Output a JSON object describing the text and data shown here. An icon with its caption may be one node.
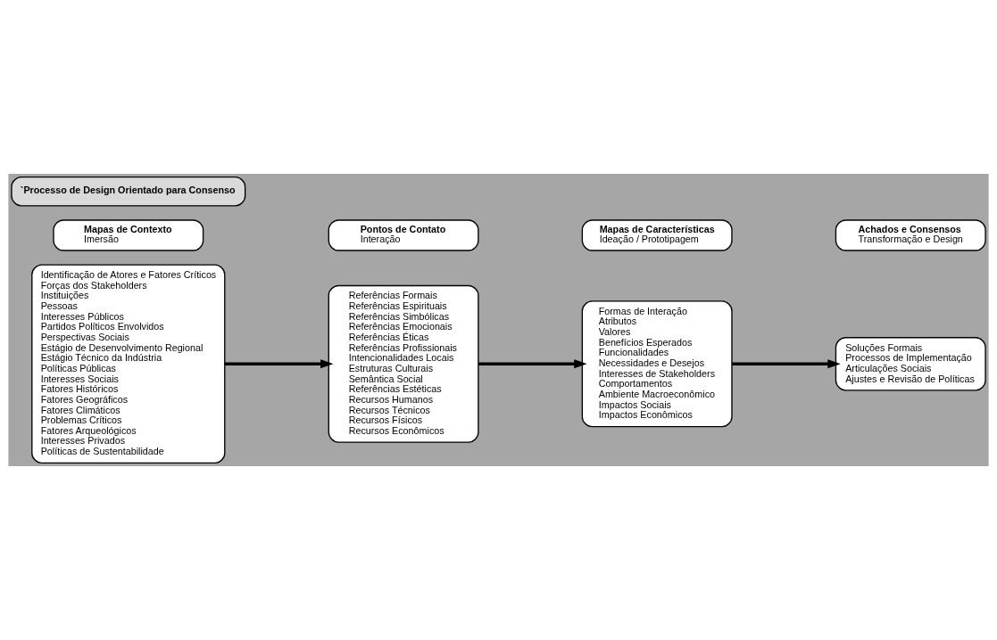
{
  "diagram": {
    "nodes": [
      {
        "text": [
          "`Processo de Design Orientado para Consenso"
        ]
      },
      {
        "text": [
          "Mapas de Contexto",
          "Imersão"
        ]
      },
      {
        "text": [
          "Identificação de Atores e Fatores Críticos",
          "Forças dos Stakeholders",
          "Instituições",
          "Pessoas",
          "Interesses Públicos",
          "Partidos Políticos Envolvidos",
          "Perspectivas Sociais",
          "Estágio de Desenvolvimento Regional",
          "Estágio Técnico da Indústria",
          "Políticas Públicas",
          "Interesses Sociais",
          "Fatores Históricos",
          "Fatores Geográficos",
          "Fatores Climáticos",
          "Problemas Críticos",
          "Fatores Arqueológicos",
          "Interesses Privados",
          "Políticas de Sustentabilidade"
        ]
      },
      {
        "text": [
          "Pontos de Contato",
          "Interação"
        ]
      },
      {
        "text": [
          "Referências Formais",
          "Referências Espirituais",
          "Referências Simbólicas",
          "Referências Emocionais",
          "Referências Éticas",
          "Referências Profissionais",
          "Intencionalidades Locais",
          "Estruturas Culturais",
          "Semântica Social",
          "Referências Estéticas",
          "Recursos Humanos",
          "Recursos Técnicos",
          "Recursos Físicos",
          "Recursos Econômicos"
        ]
      },
      {
        "text": [
          "Mapas de Características",
          "Ideação / Prototipagem"
        ]
      },
      {
        "text": [
          "Formas de Interação",
          "Atributos",
          "Valores",
          "Benefícios Esperados",
          "Funcionalidades",
          "Necessidades e Desejos",
          "Interesses de Stakeholders",
          "Comportamentos",
          "Ambiente Macroeconômico",
          "Impactos Sociais",
          "Impactos Econômicos"
        ]
      },
      {
        "text": [
          "Achados e Consensos",
          "Transformação e Design"
        ]
      },
      {
        "text": [
          "Soluções Formais",
          "Processos de Implementação",
          "Articulações Sociais",
          "Ajustes e Revisão de Políticas"
        ]
      }
    ],
    "edges": [
      {
        "from": 2,
        "to": 4,
        "arrow": "to"
      },
      {
        "from": 4,
        "to": 6,
        "arrow": "to"
      },
      {
        "from": 6,
        "to": 8,
        "arrow": "to"
      }
    ]
  }
}
